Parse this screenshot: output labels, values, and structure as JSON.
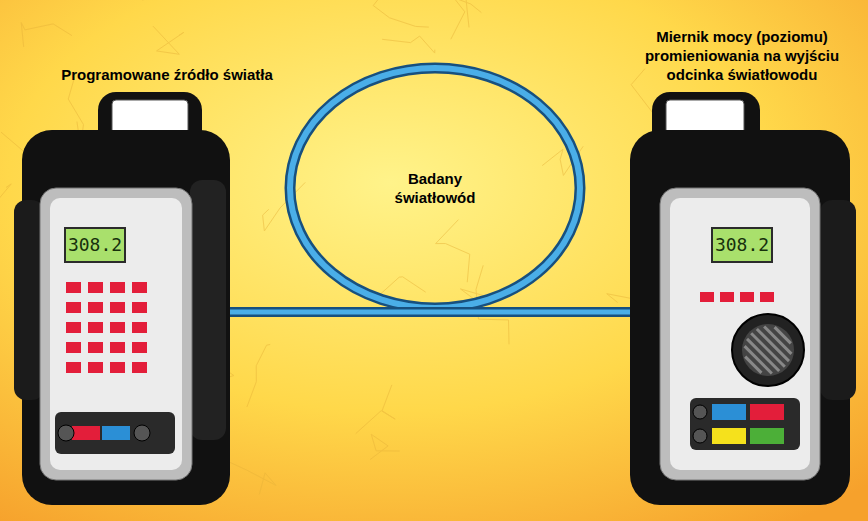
{
  "diagram": {
    "nodes": [
      {
        "text": [
          "Programowane źródło światła",
          "308.2"
        ]
      },
      {
        "text": [
          "Miernik mocy (poziomu) promieniowania na wyjściu odcinka światłowodu",
          "308.2"
        ]
      }
    ],
    "edges": [
      {
        "from": 0,
        "to": 1,
        "arrow": "none"
      }
    ],
    "labels": [
      "Badany światłowód"
    ]
  }
}
